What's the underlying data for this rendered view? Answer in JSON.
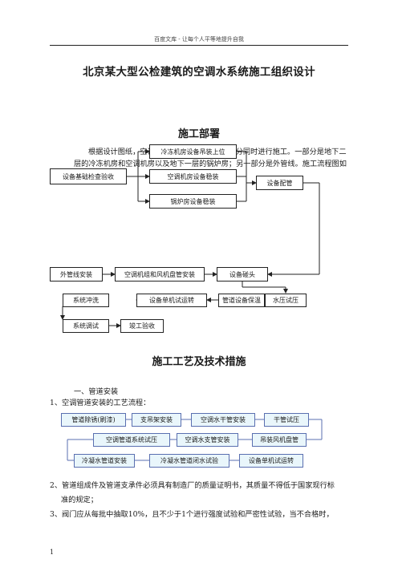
{
  "header": {
    "text": "百度文库 - 让每个人平等地提升自我"
  },
  "title": "北京某大型公检建筑的空调水系统施工组织设计",
  "section1": {
    "heading": "施工部署",
    "paragraph": "根据设计图纸，空调水管系统可以分为两大部分同时进行施工。一部分是地下二层的冷冻机房和空调机房以及地下一层的锅炉房；另一部分是外管线。施工流程图如下："
  },
  "flow1": {
    "foundation": "设备基础检查验收",
    "chiller_room": "冷冻机房设备吊装上位",
    "ac_room": "空调机房设备稳装",
    "boiler_room": "锅炉房设备稳装",
    "piping": "设备配管",
    "outdoor": "外管线安装",
    "ahu_fcu": "空调机组和风机盘管安装",
    "connect": "设备碰头",
    "pressure": "水压试压",
    "insulation": "管道设备保温",
    "single_run": "设备单机试运转",
    "flush": "系统冲洗",
    "commissioning": "系统调试",
    "acceptance": "竣工验收"
  },
  "section2": {
    "heading": "施工工艺及技术措施",
    "sub1": "一、管道安装",
    "item1": "1、空调管道安装的工艺流程："
  },
  "flow2": {
    "row1": [
      "管道除锈(刷漆)",
      "支吊架安装",
      "空调水干管安装",
      "干管试压"
    ],
    "row2": [
      "空调管道系统试压",
      "空调水支管安装",
      "吊装风机盘管"
    ],
    "row3": [
      "冷凝水管道安装",
      "冷凝水管道闭水试验",
      "设备单机试运转"
    ]
  },
  "items": {
    "item2_line1": "2、管道组成件及管道支承件必须具有制造厂的质量证明书，其质量不得低于国家现行标",
    "item2_line2": "准的规定；",
    "item3": "3、阀门应从每批中抽取10%，且不少于1个进行强度试验和严密性试验，当不合格时，"
  },
  "page_number": "1",
  "colors": {
    "flow2_fill": "#e9f6fb",
    "flow2_border": "#5a6fb0",
    "text": "#1a1a1a"
  }
}
